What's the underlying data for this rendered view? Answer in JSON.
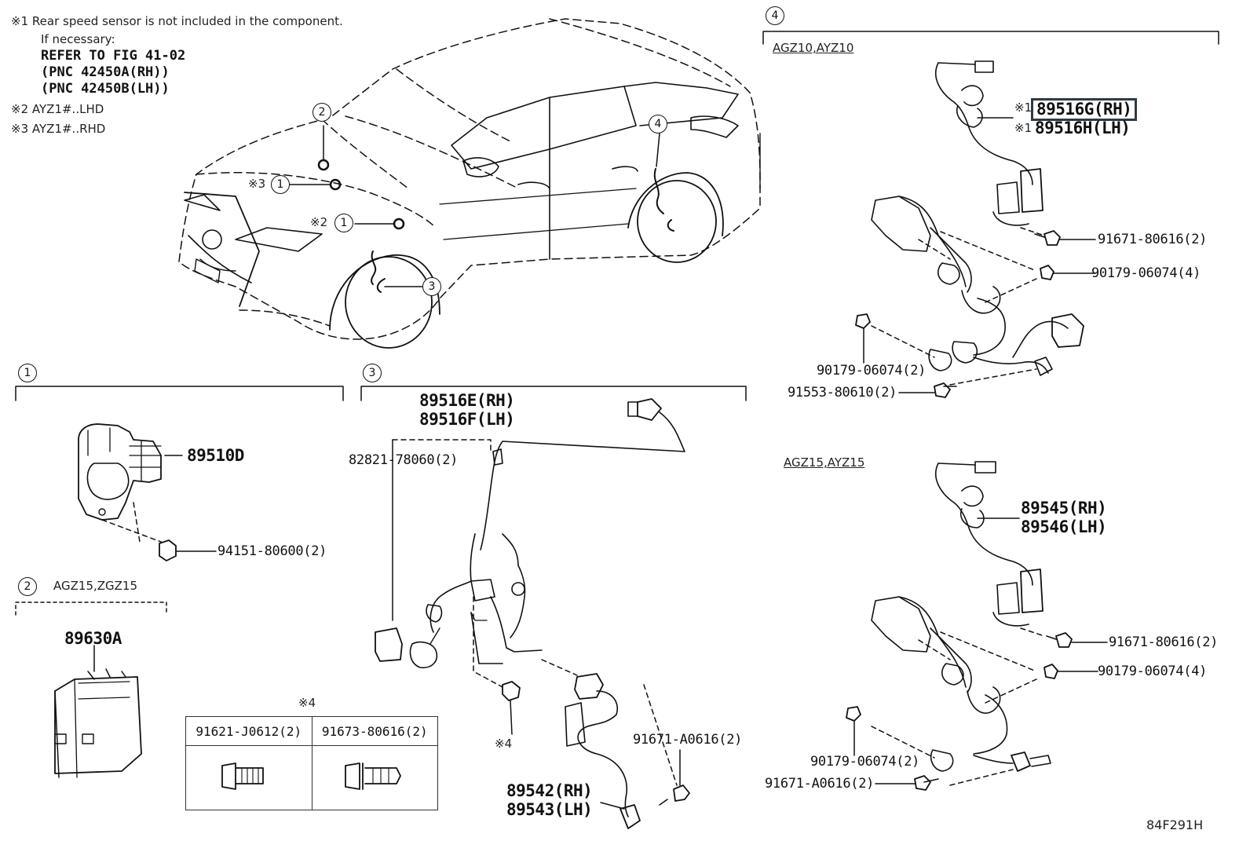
{
  "notes": {
    "note1_mark": "※1",
    "note1_text": "Rear speed sensor is not included in the component.",
    "note1_if": "If necessary:",
    "refer": "REFER TO FIG 41-02",
    "pnc_rh": "(PNC 42450A(RH))",
    "pnc_lh": "(PNC 42450B(LH))",
    "note2_mark": "※2",
    "note2_text": "AYZ1#..LHD",
    "note3_mark": "※3",
    "note3_text": "AYZ1#..RHD"
  },
  "callouts": {
    "c1": "1",
    "c2": "2",
    "c3": "3",
    "c4": "4",
    "mark2": "※2",
    "mark3": "※3",
    "mark4": "※4"
  },
  "section1": {
    "number": "1",
    "parts": [
      "89510D",
      "94151-80600(2)"
    ]
  },
  "section2": {
    "number": "2",
    "variant": "AGZ15,ZGZ15",
    "parts": [
      "89630A"
    ]
  },
  "section3": {
    "number": "3",
    "parts": {
      "sensor_rh": "89516E(RH)",
      "sensor_lh": "89516F(LH)",
      "clamp": "82821-78060(2)",
      "front_rh": "89542(RH)",
      "front_lh": "89543(LH)",
      "bolt": "91671-A0616(2)",
      "mark": "※4"
    }
  },
  "bolt_table": {
    "mark": "※4",
    "headers": [
      "91621-J0612(2)",
      "91673-80616(2)"
    ]
  },
  "section4": {
    "number": "4",
    "variant_a": "AGZ10,AYZ10",
    "variant_b": "AGZ15,AYZ15",
    "parts_a": {
      "rh_mark": "※1",
      "rh": "89516G(RH)",
      "lh_mark": "※1",
      "lh": "89516H(LH)",
      "bolt1": "91671-80616(2)",
      "nut1": "90179-06074(4)",
      "nut2": "90179-06074(2)",
      "bolt2": "91553-80610(2)"
    },
    "parts_b": {
      "rh": "89545(RH)",
      "lh": "89546(LH)",
      "bolt1": "91671-80616(2)",
      "nut1": "90179-06074(4)",
      "nut2": "90179-06074(2)",
      "bolt2": "91671-A0616(2)"
    }
  },
  "figure_id": "84F291H",
  "highlight_color": "#2d3b45"
}
